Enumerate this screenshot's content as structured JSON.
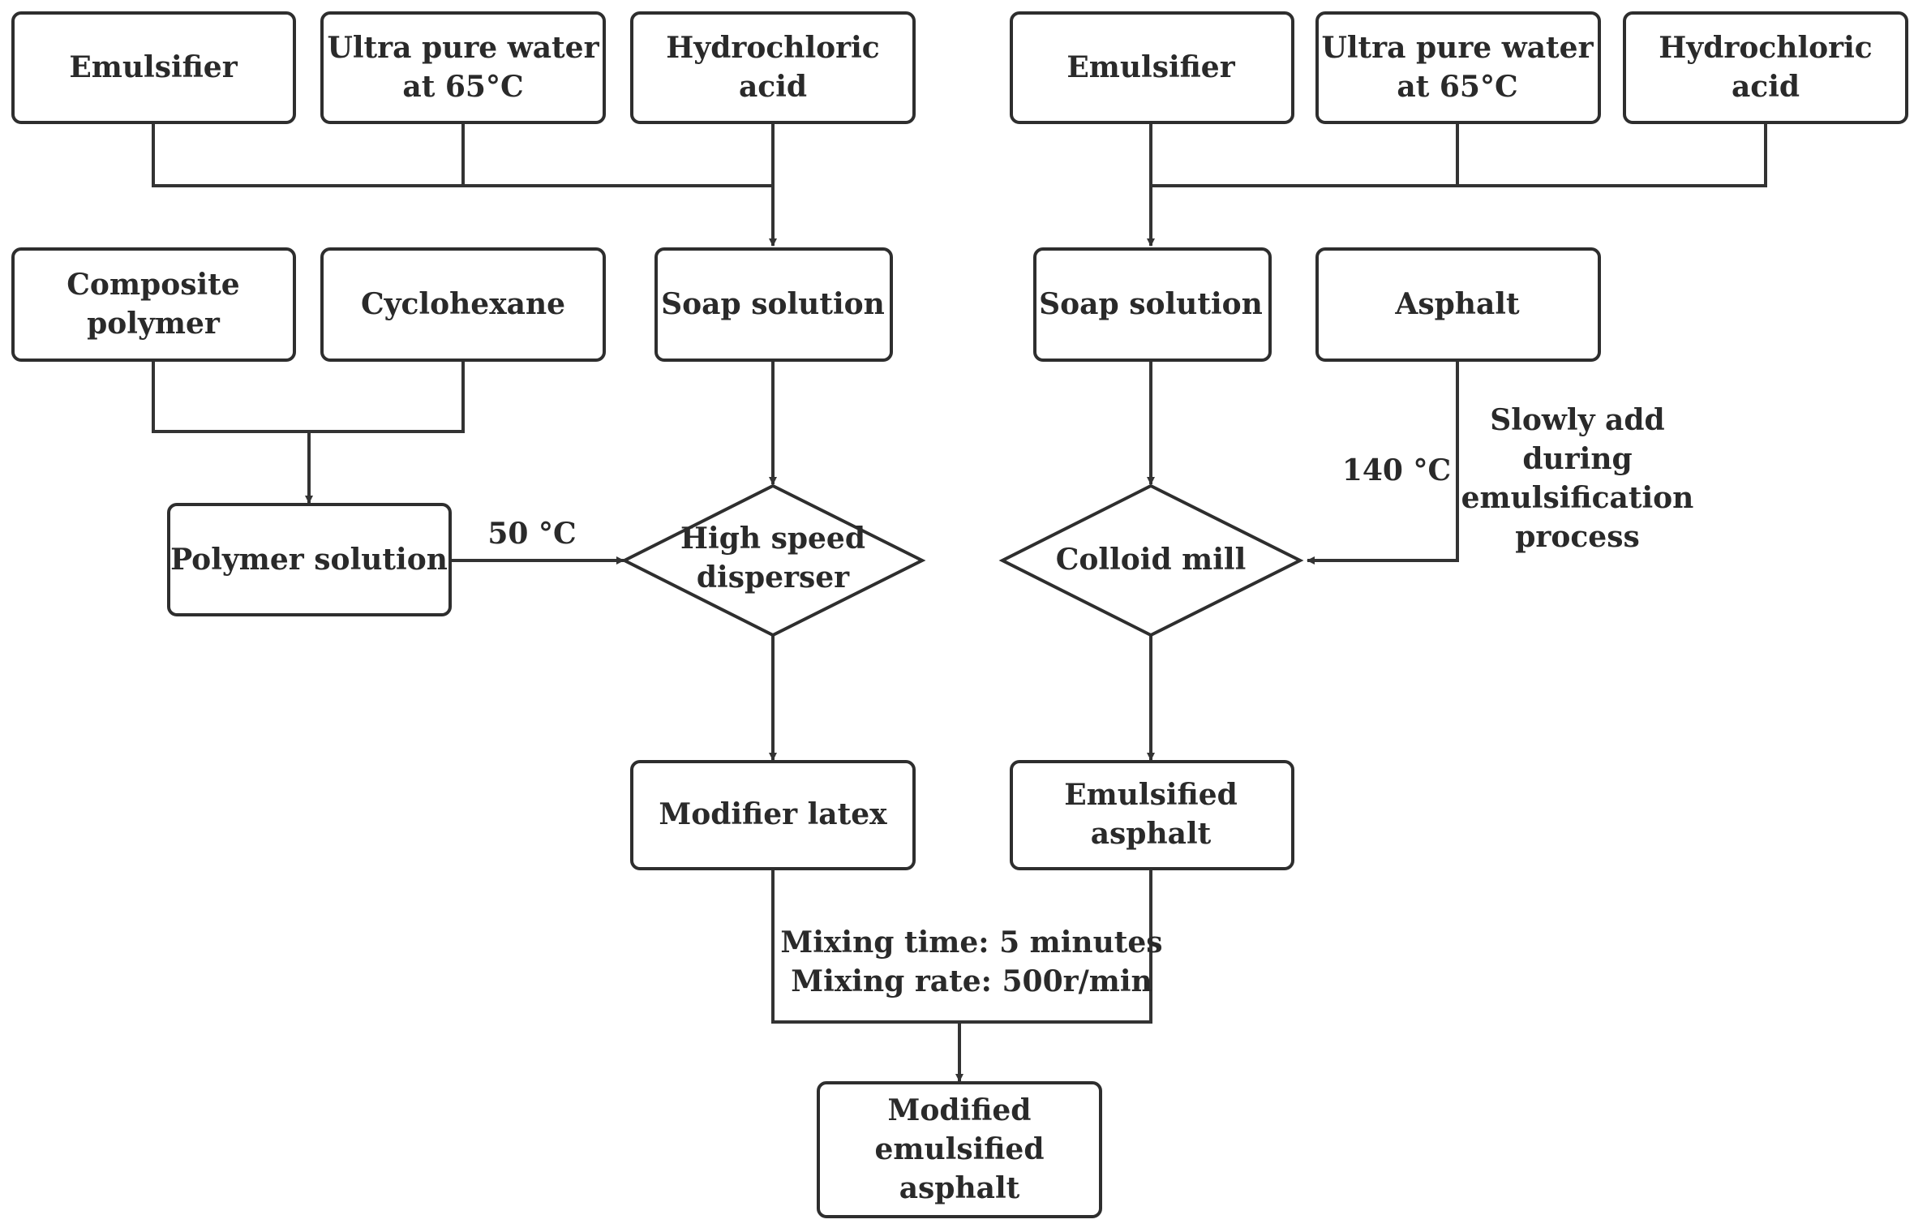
{
  "nodes": {
    "emulsifier_left": [
      "Emulsifier"
    ],
    "water_left": [
      "Ultra pure water",
      "at 65°C"
    ],
    "hcl_left": [
      "Hydrochloric",
      "acid"
    ],
    "emulsifier_right": [
      "Emulsifier"
    ],
    "water_right": [
      "Ultra pure water",
      "at 65°C"
    ],
    "hcl_right": [
      "Hydrochloric",
      "acid"
    ],
    "composite_polymer": [
      "Composite",
      "polymer"
    ],
    "cyclohexane": [
      "Cyclohexane"
    ],
    "soap_left": [
      "Soap solution"
    ],
    "soap_right": [
      "Soap solution"
    ],
    "asphalt": [
      "Asphalt"
    ],
    "polymer_solution": [
      "Polymer solution"
    ],
    "disperser": [
      "High speed",
      "disperser"
    ],
    "colloid_mill": [
      "Colloid mill"
    ],
    "modifier_latex": [
      "Modifier latex"
    ],
    "emulsified_asphalt": [
      "Emulsified",
      "asphalt"
    ],
    "final_product": [
      "Modified",
      "emulsified",
      "asphalt"
    ]
  },
  "annotations": {
    "temp_polymer": [
      "50 °C"
    ],
    "temp_asphalt": [
      "140 °C"
    ],
    "slow_add": [
      "Slowly add",
      "during",
      "emulsification",
      "process"
    ],
    "mixing": [
      "Mixing time: 5 minutes",
      "Mixing rate: 500r/min"
    ]
  },
  "colors": {
    "stroke": "#2e2e2e",
    "text": "#2a2a2a",
    "background": "#ffffff"
  }
}
